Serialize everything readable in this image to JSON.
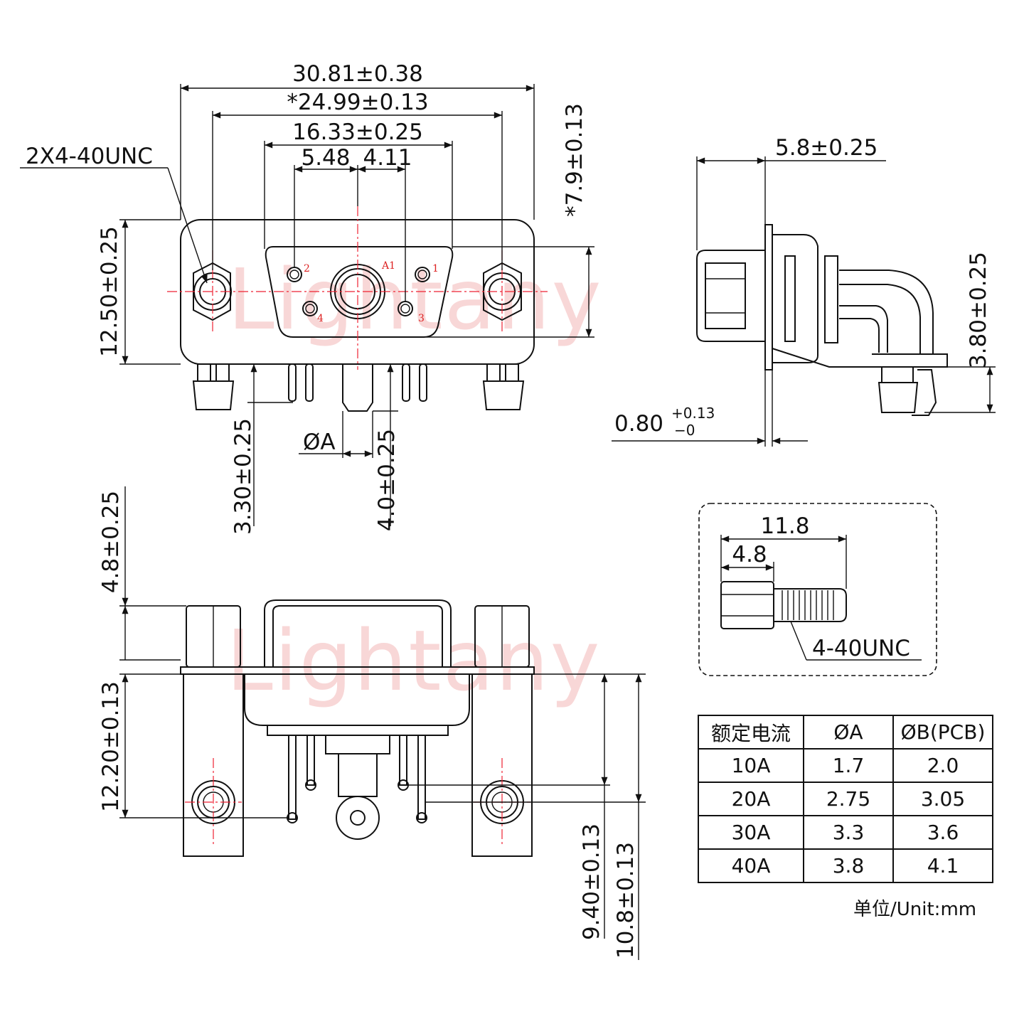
{
  "drawing": {
    "watermark": "Lightany",
    "front_view": {
      "dims": {
        "overall_width": "30.81±0.38",
        "mount_pitch": "*24.99±0.13",
        "shell_width": "16.33±0.25",
        "pin_offset_left": "5.48",
        "pin_offset_right": "4.11",
        "thread_note": "2X4-40UNC",
        "height_left": "12.50±0.25",
        "height_right": "*7.9±0.13",
        "pin_length": "3.30±0.25",
        "dia_a": "ØA",
        "power_pin_length": "4.0±0.25"
      },
      "pin_labels": [
        "2",
        "A1",
        "1",
        "4",
        "3"
      ]
    },
    "side_view": {
      "dims": {
        "depth": "5.8±0.25",
        "flange": "0.80",
        "flange_tol_upper": "+0.13",
        "flange_tol_lower": "−0",
        "standoff": "3.80±0.25"
      }
    },
    "bottom_view": {
      "dims": {
        "nut_height": "4.8±0.25",
        "row_dist": "12.20±0.13",
        "pin_row_a": "9.40±0.13",
        "pin_row_b": "10.8±0.13"
      }
    },
    "screw_detail": {
      "length": "11.8",
      "hex_length": "4.8",
      "thread": "4-40UNC"
    }
  },
  "table": {
    "headers": [
      "额定电流",
      "ØA",
      "ØB(PCB)"
    ],
    "rows": [
      [
        "10A",
        "1.7",
        "2.0"
      ],
      [
        "20A",
        "2.75",
        "3.05"
      ],
      [
        "30A",
        "3.3",
        "3.6"
      ],
      [
        "40A",
        "3.8",
        "4.1"
      ]
    ]
  },
  "unit_note": "单位/Unit:mm"
}
